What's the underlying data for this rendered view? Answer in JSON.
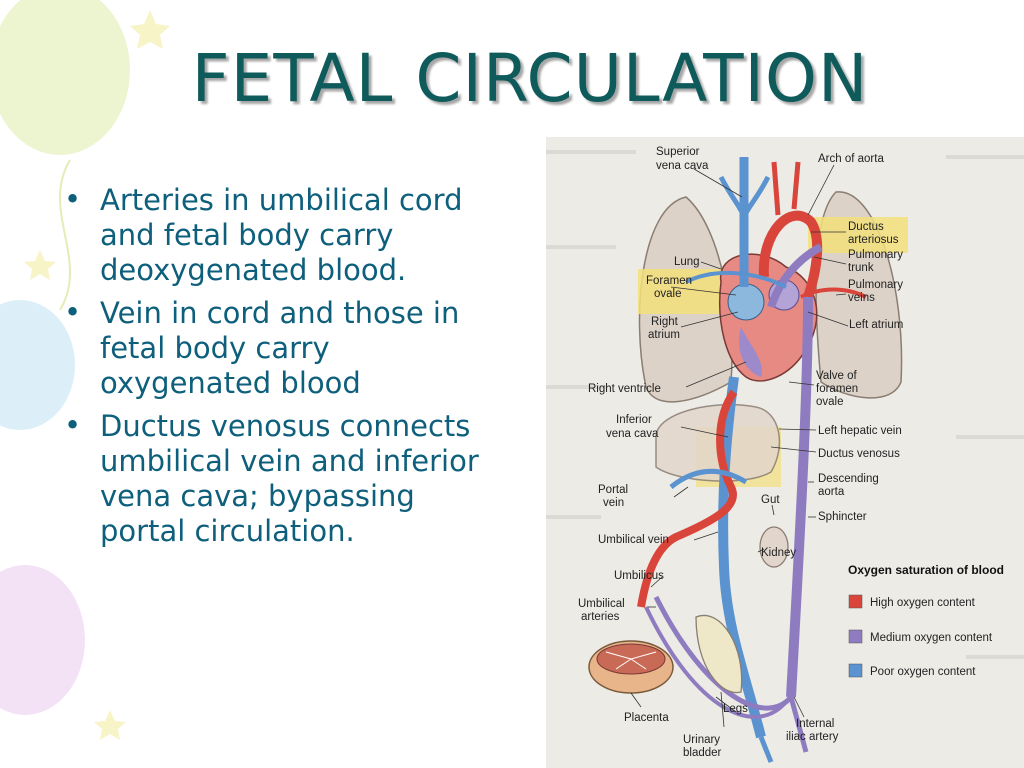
{
  "slide": {
    "title": "FETAL CIRCULATION",
    "bullets": [
      "Arteries in umbilical cord and fetal body carry deoxygenated blood.",
      "Vein in cord and those in fetal body carry oxygenated blood",
      "Ductus venosus connects umbilical vein and inferior vena cava; bypassing portal circulation."
    ],
    "bullet_symbol": "•"
  },
  "diagram": {
    "labels": {
      "superior_vena_cava": [
        "Superior",
        "vena cava"
      ],
      "arch_of_aorta": "Arch of aorta",
      "ductus_arteriosus": [
        "Ductus",
        "arteriosus"
      ],
      "pulmonary_trunk": [
        "Pulmonary",
        "trunk"
      ],
      "pulmonary_veins": [
        "Pulmonary",
        "veins"
      ],
      "left_atrium": "Left atrium",
      "lung": "Lung",
      "foramen_ovale": [
        "Foramen",
        "ovale"
      ],
      "right_atrium": [
        "Right",
        "atrium"
      ],
      "right_ventricle": "Right ventricle",
      "valve_of_foramen_ovale": [
        "Valve of",
        "foramen",
        "ovale"
      ],
      "inferior_vena_cava": [
        "Inferior",
        "vena cava"
      ],
      "left_hepatic_vein": "Left hepatic vein",
      "ductus_venosus": "Ductus venosus",
      "descending_aorta": [
        "Descending",
        "aorta"
      ],
      "portal_vein": [
        "Portal",
        "vein"
      ],
      "gut": "Gut",
      "sphincter": "Sphincter",
      "umbilical_vein": "Umbilical vein",
      "kidney": "Kidney",
      "umbilicus": "Umbilicus",
      "umbilical_arteries": [
        "Umbilical",
        "arteries"
      ],
      "placenta": "Placenta",
      "legs": "Legs",
      "urinary_bladder": [
        "Urinary",
        "bladder"
      ],
      "internal_iliac_artery": [
        "Internal",
        "iliac artery"
      ]
    },
    "legend": {
      "title": "Oxygen saturation of blood",
      "items": [
        {
          "label": "High oxygen content",
          "color": "#d9453a"
        },
        {
          "label": "Medium oxygen content",
          "color": "#8f7cc0"
        },
        {
          "label": "Poor oxygen content",
          "color": "#5a93cf"
        }
      ]
    },
    "colors": {
      "high": "#d9453a",
      "medium": "#8f7cc0",
      "poor": "#5a93cf",
      "highlight": "#f3e07a",
      "paper": "#ecebe6"
    }
  }
}
